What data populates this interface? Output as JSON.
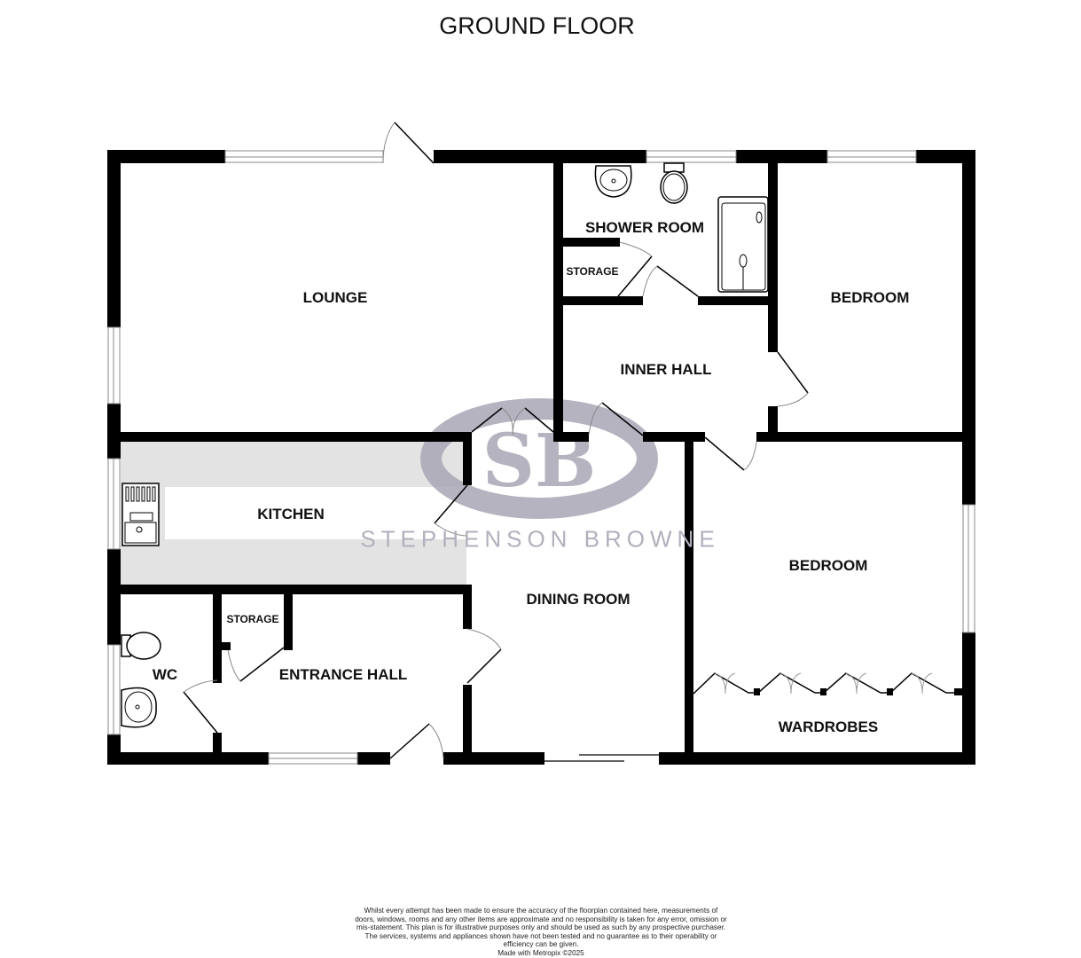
{
  "title": "GROUND FLOOR",
  "rooms": {
    "lounge": "LOUNGE",
    "kitchen": "KITCHEN",
    "shower_room": "SHOWER ROOM",
    "storage_upper": "STORAGE",
    "inner_hall": "INNER HALL",
    "bedroom_1": "BEDROOM",
    "bedroom_2": "BEDROOM",
    "dining_room": "DINING ROOM",
    "wc": "WC",
    "storage_lower": "STORAGE",
    "entrance_hall": "ENTRANCE HALL",
    "wardrobes": "WARDROBES"
  },
  "watermark": {
    "monogram": "SB",
    "brand": "STEPHENSON BROWNE"
  },
  "colors": {
    "wall": "#000000",
    "kitchen_floor": "#e3e3e3",
    "watermark": "#a9a6b6"
  },
  "disclaimer": {
    "text": "Whilst every attempt has been made to ensure the accuracy of the floorplan contained here, measurements of doors, windows, rooms and any other items are approximate and no responsibility is taken for any error, omission or mis-statement. This plan is for illustrative purposes only and should be used as such by any prospective purchaser. The services, systems and appliances shown have not been tested and no guarantee as to their operability or efficiency can be given.",
    "credit": "Made with Metropix ©2025"
  }
}
